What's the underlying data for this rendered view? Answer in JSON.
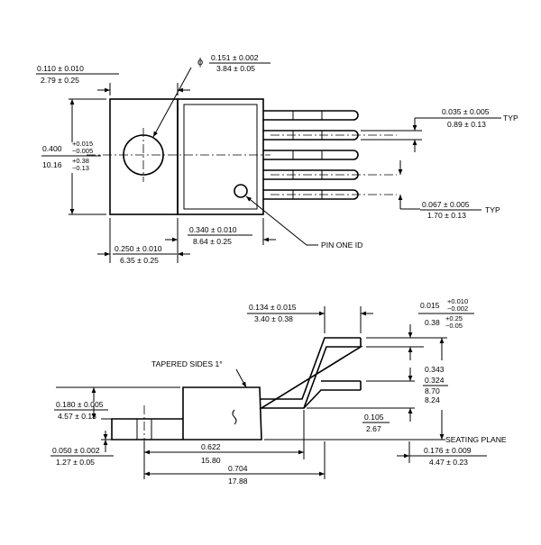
{
  "top_view": {
    "tab_width": {
      "inch": "0.110 ± 0.010",
      "mm": "2.79 ± 0.25"
    },
    "hole_diameter": {
      "symbol": "ϕ",
      "inch": "0.151 ± 0.002",
      "mm": "3.84 ± 0.05"
    },
    "body_height": {
      "inch_main": "0.400",
      "inch_tol_plus": "+0.015",
      "inch_tol_minus": "−0.005",
      "mm_main": "10.16",
      "mm_tol_plus": "+0.38",
      "mm_tol_minus": "−0.13"
    },
    "lead_width": {
      "inch": "0.035 ± 0.005",
      "mm": "0.89 ± 0.13",
      "suffix": "TYP"
    },
    "lead_pitch": {
      "inch": "0.067 ± 0.005",
      "mm": "1.70 ± 0.13",
      "suffix": "TYP"
    },
    "body_length": {
      "inch": "0.340 ± 0.010",
      "mm": "8.64 ± 0.25"
    },
    "hole_offset": {
      "inch": "0.250 ± 0.010",
      "mm": "6.35 ± 0.25"
    },
    "pin_one_label": "PIN ONE ID"
  },
  "side_view": {
    "lead_offset": {
      "inch": "0.134 ± 0.015",
      "mm": "3.40 ± 0.38"
    },
    "lead_thickness": {
      "inch_main": "0.015",
      "inch_tol_plus": "+0.010",
      "inch_tol_minus": "−0.002",
      "mm_main": "0.38",
      "mm_tol_plus": "+0.25",
      "mm_tol_minus": "−0.05"
    },
    "tapered_label": "TAPERED SIDES 1°",
    "body_thickness": {
      "inch": "0.180 ± 0.005",
      "mm": "4.57 ± 0.13"
    },
    "lead_height": {
      "inch_a": "0.343",
      "inch_b": "0.324",
      "mm_a": "8.70",
      "mm_b": "8.24"
    },
    "standoff": {
      "inch": "0.105",
      "mm": "2.67"
    },
    "seating_plane_label": "SEATING PLANE",
    "tab_thickness": {
      "inch": "0.050 ± 0.002",
      "mm": "1.27 ± 0.05"
    },
    "body_to_lead": {
      "inch": "0.622",
      "mm": "15.80"
    },
    "total_length": {
      "inch": "0.704",
      "mm": "17.88"
    },
    "lead_tip_offset": {
      "inch": "0.176 ± 0.009",
      "mm": "4.47 ± 0.23"
    }
  }
}
